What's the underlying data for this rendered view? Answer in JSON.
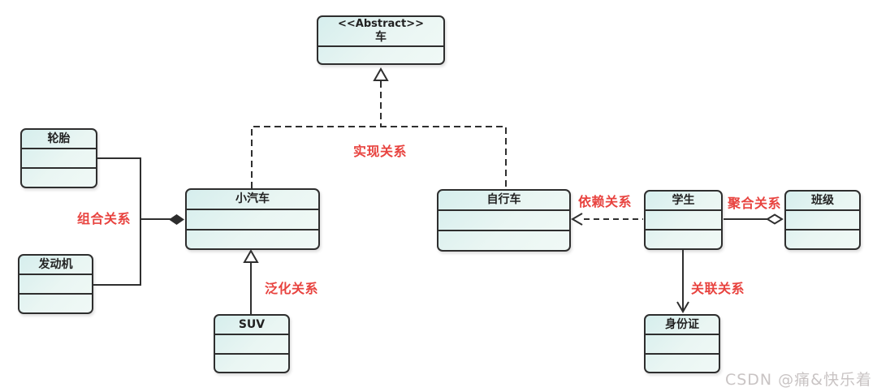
{
  "diagram": {
    "classes": [
      {
        "id": "vehicle",
        "stereotype": "<<Abstract>>",
        "name": "车"
      },
      {
        "id": "tire",
        "name": "轮胎"
      },
      {
        "id": "engine",
        "name": "发动机"
      },
      {
        "id": "car",
        "name": "小汽车"
      },
      {
        "id": "bicycle",
        "name": "自行车"
      },
      {
        "id": "suv",
        "name": "SUV"
      },
      {
        "id": "student",
        "name": "学生"
      },
      {
        "id": "class",
        "name": "班级"
      },
      {
        "id": "idcard",
        "name": "身份证"
      }
    ],
    "relationships": [
      {
        "type": "realization",
        "label": "实现关系",
        "from": "小汽车, 自行车",
        "to": "车"
      },
      {
        "type": "composition",
        "label": "组合关系",
        "from": "轮胎, 发动机",
        "to": "小汽车"
      },
      {
        "type": "generalization",
        "label": "泛化关系",
        "from": "SUV",
        "to": "小汽车"
      },
      {
        "type": "dependency",
        "label": "依赖关系",
        "from": "学生",
        "to": "自行车"
      },
      {
        "type": "aggregation",
        "label": "聚合关系",
        "from": "学生",
        "to": "班级"
      },
      {
        "type": "association",
        "label": "关联关系",
        "from": "学生",
        "to": "身份证"
      }
    ],
    "colors": {
      "background": "#ffffff",
      "box_border": "#2e2e2e",
      "box_fill_start": "#d6eeed",
      "box_fill_end": "#f0f9f6",
      "connector": "#2f2f2f",
      "relationship_label": "#e8433f",
      "watermark": "#c9c4c4"
    }
  },
  "watermark": {
    "text": "CSDN @痛&快乐着"
  }
}
